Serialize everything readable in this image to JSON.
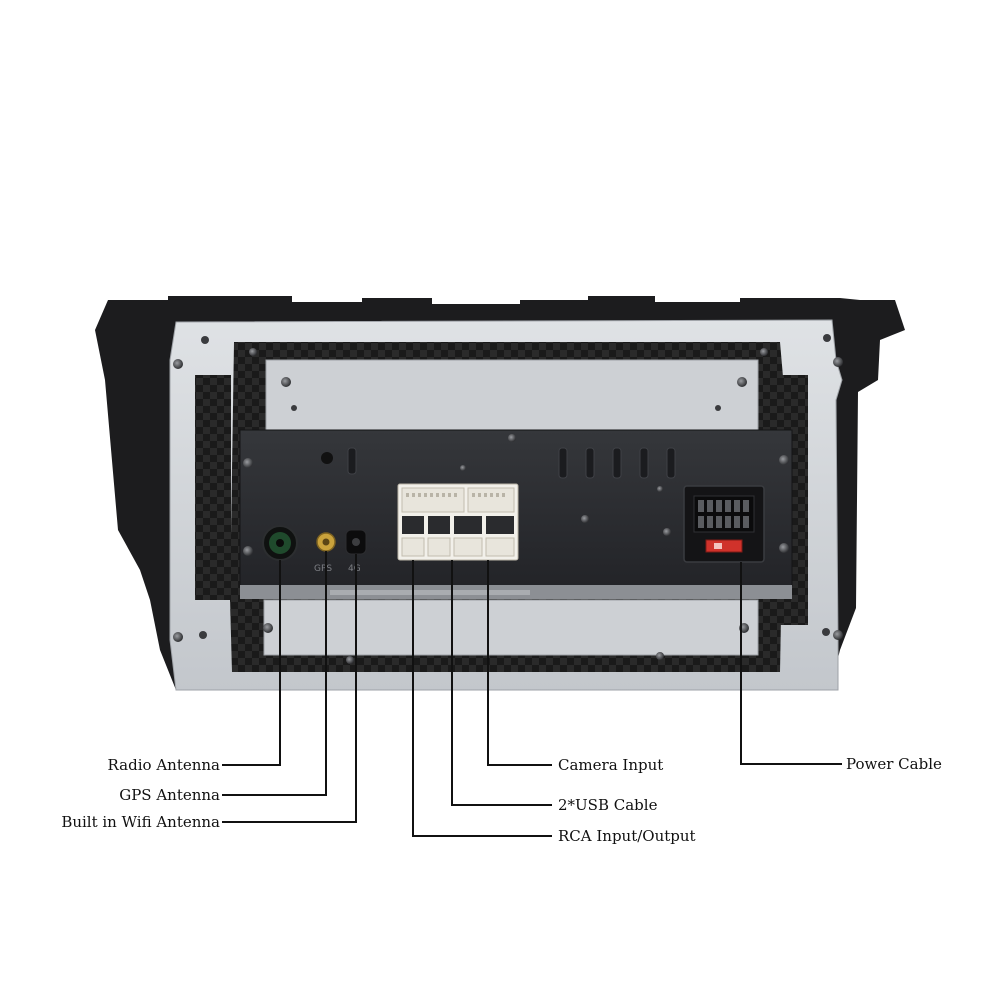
{
  "labels": {
    "radio_antenna": "Radio Antenna",
    "gps_antenna": "GPS Antenna",
    "wifi_antenna": "Built in Wifi Antenna",
    "camera_input": "Camera Input",
    "usb_cable": "2*USB Cable",
    "rca_io": "RCA Input/Output",
    "power_cable": "Power Cable"
  },
  "port_marks": {
    "gps": "GPS",
    "wifi": "4G"
  },
  "colors": {
    "frame": "#1c1c1e",
    "plate": "#cfd2d6",
    "box": "#2b2d31",
    "connector_white": "#f2f0ea",
    "fuse": "#d0322b",
    "radio_port": "#1f4a2c",
    "gps_port": "#c9a23c",
    "leader": "#111111"
  }
}
